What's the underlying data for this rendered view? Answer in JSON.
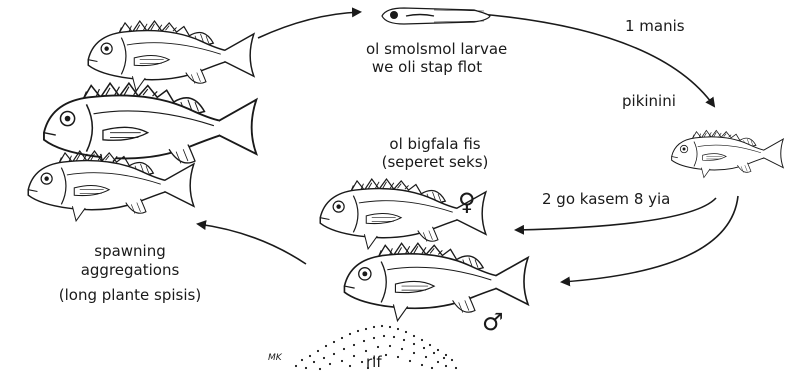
{
  "labels": {
    "larvae_line1": "ol smolsmol larvae",
    "larvae_line2": "we oli stap flot",
    "one_month": "1 manis",
    "juvenile": "pikinini",
    "adults_line1": "ol bigfala fis",
    "adults_line2": "(seperet seks)",
    "age": "2 go kasem 8 yia",
    "spawning_line1": "spawning",
    "spawning_line2": "aggregations",
    "spawning_line3": "(long plante spisis)",
    "reef": "rif",
    "artist_mark": "MK",
    "female_symbol": "♀",
    "male_symbol": "♂"
  },
  "colors": {
    "ink": "#1a1a1a",
    "background": "#ffffff"
  }
}
